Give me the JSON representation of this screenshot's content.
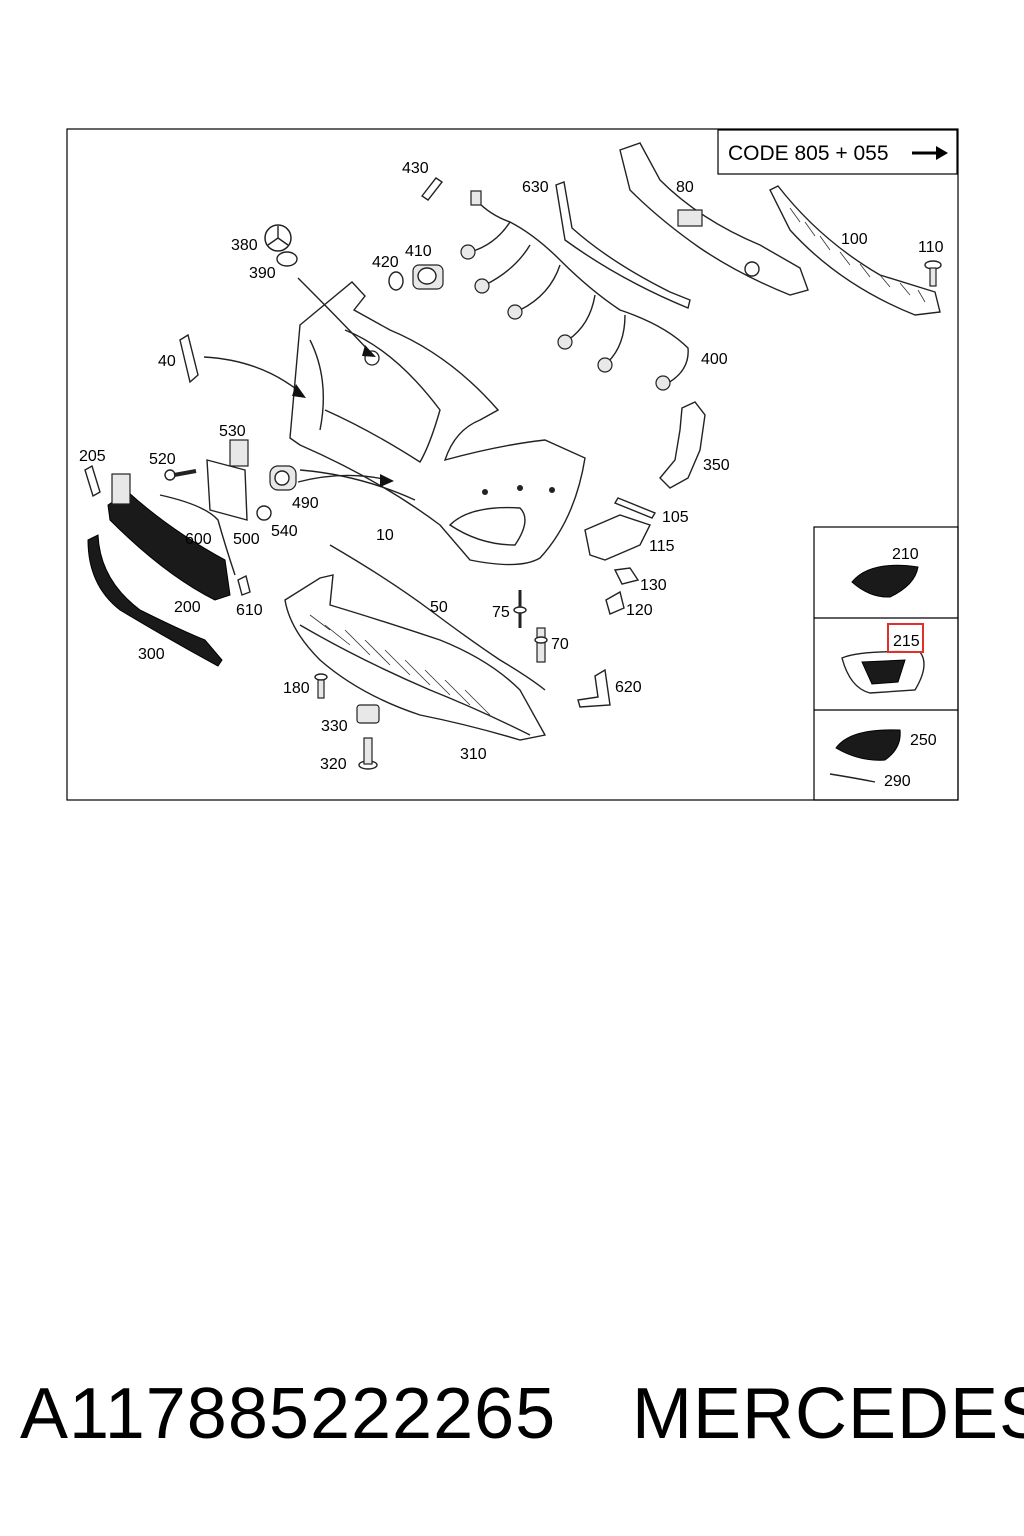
{
  "code_box": {
    "text": "CODE 805 + 055",
    "arrow": "arrow-right-icon"
  },
  "callouts": {
    "c10": "10",
    "c40": "40",
    "c50": "50",
    "c70": "70",
    "c75": "75",
    "c80": "80",
    "c100": "100",
    "c105": "105",
    "c110": "110",
    "c115": "115",
    "c120": "120",
    "c130": "130",
    "c180": "180",
    "c200": "200",
    "c205": "205",
    "c210": "210",
    "c215": "215",
    "c250": "250",
    "c290": "290",
    "c300": "300",
    "c310": "310",
    "c320": "320",
    "c330": "330",
    "c350": "350",
    "c380": "380",
    "c390": "390",
    "c400": "400",
    "c410": "410",
    "c420": "420",
    "c430": "430",
    "c490": "490",
    "c500": "500",
    "c520": "520",
    "c530": "530",
    "c540": "540",
    "c600": "600",
    "c610": "610",
    "c620": "620",
    "c630": "630"
  },
  "highlight": {
    "part": "215",
    "color": "#e0302a"
  },
  "caption": {
    "part_number": "A117885222265",
    "brand": "MERCEDES"
  }
}
